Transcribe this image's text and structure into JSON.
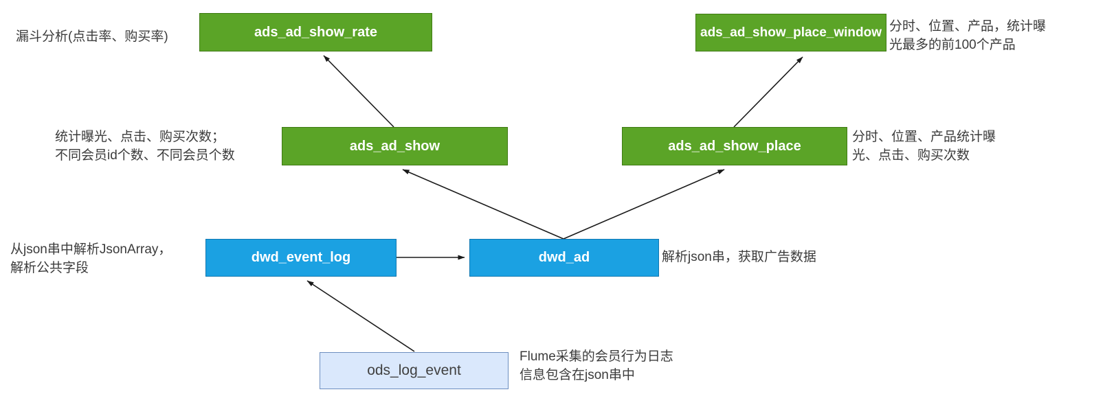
{
  "nodes": {
    "ads_rate": {
      "label": "ads_ad_show_rate"
    },
    "ads_window": {
      "label": "ads_ad_show_place_window"
    },
    "ads_show": {
      "label": "ads_ad_show"
    },
    "ads_place": {
      "label": "ads_ad_show_place"
    },
    "dwd_event": {
      "label": "dwd_event_log"
    },
    "dwd_ad": {
      "label": "dwd_ad"
    },
    "ods": {
      "label": "ods_log_event"
    }
  },
  "annotations": {
    "funnel": "漏斗分析(点击率、购买率)",
    "window": "分时、位置、产品，统计曝\n光最多的前100个产品",
    "show": "统计曝光、点击、购买次数；\n不同会员id个数、不同会员个数",
    "place": "分时、位置、产品统计曝\n光、点击、购买次数",
    "event": "从json串中解析JsonArray，\n解析公共字段",
    "ad": "解析json串，获取广告数据",
    "ods": "Flume采集的会员行为日志\n信息包含在json串中"
  },
  "colors": {
    "ads_fill": "#5ba427",
    "ads_stroke": "#3e7a12",
    "dwd_fill": "#1ba1e2",
    "dwd_stroke": "#0f77b0",
    "ods_fill": "#dae8fc",
    "ods_stroke": "#6c8ebf",
    "arrow": "#1a1a1a",
    "note_text": "#3b3b3b",
    "node_text": "#ffffff"
  }
}
